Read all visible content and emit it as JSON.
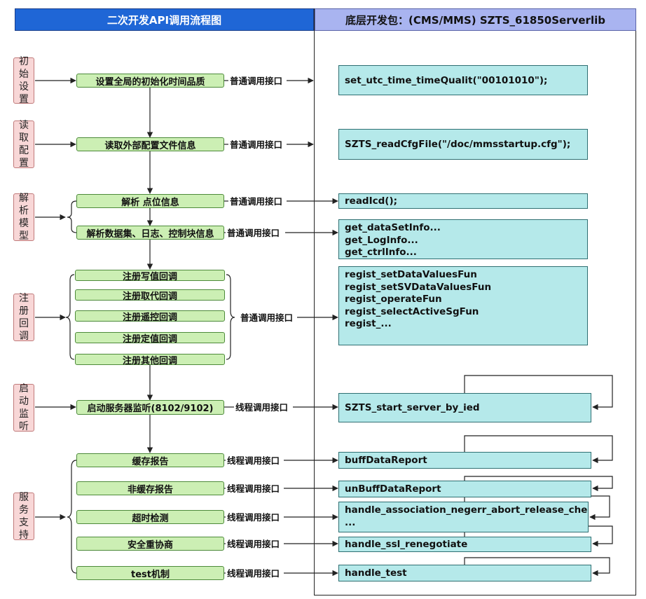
{
  "header": {
    "left_title": "二次开发API调用流程图",
    "right_title": "底层开发包：(CMS/MMS) SZTS_61850Serverlib"
  },
  "sections": {
    "init": "初始设置",
    "read": "读取配置",
    "parse": "解析模型",
    "register": "注册回调",
    "start": "启动监听",
    "service": "服务支持"
  },
  "steps": {
    "init": "设置全局的初始化时间品质",
    "read": "读取外部配置文件信息",
    "parse_points": "解析 点位信息",
    "parse_datasets": "解析数据集、日志、控制块信息",
    "reg_write": "注册写值回调",
    "reg_read": "注册取代回调",
    "reg_remote": "注册遥控回调",
    "reg_setting": "注册定值回调",
    "reg_other": "注册其他回调",
    "start": "启动服务器监听(8102/9102)",
    "buffered": "缓存报告",
    "unbuffered": "非缓存报告",
    "timeout": "超时检测",
    "renegotiate": "安全重协商",
    "test": "test机制"
  },
  "labels": {
    "normal": "普通调用接口",
    "thread": "线程调用接口"
  },
  "apis": {
    "init": "set_utc_time_timeQualit(\"00101010\");",
    "read": "SZTS_readCfgFile(\"/doc/mmsstartup.cfg\");",
    "parse_points": "readIcd();",
    "parse_datasets": [
      "get_dataSetInfo...",
      "get_LogInfo...",
      "get_ctrlInfo..."
    ],
    "register": [
      "regist_setDataValuesFun",
      "regist_setSVDataValuesFun",
      "regist_operateFun",
      "regist_selectActiveSgFun",
      "regist_..."
    ],
    "start": "SZTS_start_server_by_ied",
    "buffered": "buffDataReport",
    "unbuffered": "unBuffDataReport",
    "timeout": [
      "handle_association_negerr_abort_release_check",
      "..."
    ],
    "renegotiate": "handle_ssl_renegotiate",
    "test": "handle_test"
  },
  "colors": {
    "header_left": "#1f66d6",
    "header_right": "#a9b4f0",
    "section_fill": "#f8d7d7",
    "step_fill": "#ccefb4",
    "api_fill": "#b5e9ea"
  }
}
